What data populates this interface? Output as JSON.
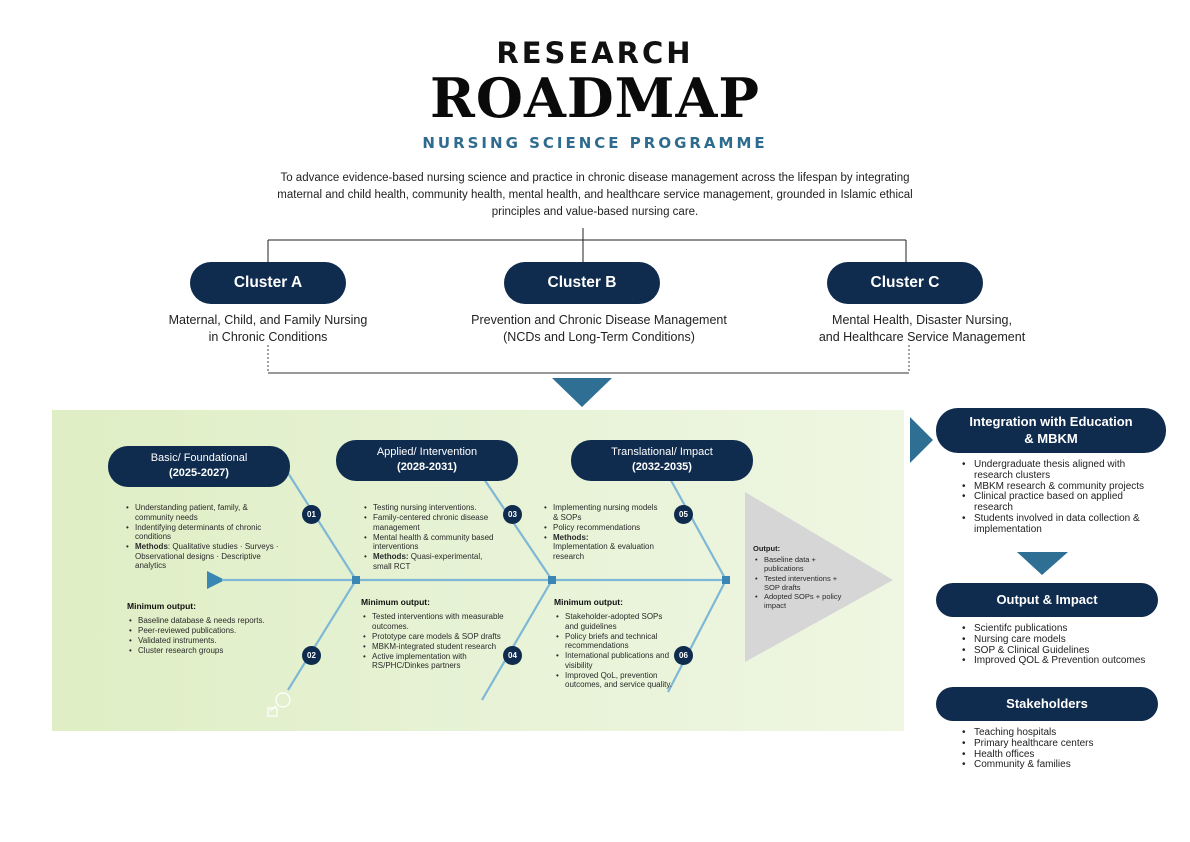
{
  "header": {
    "research": "RESEARCH",
    "roadmap": "ROADMAP",
    "programme": "NURSING SCIENCE PROGRAMME",
    "intro": "To advance evidence-based nursing science and practice in chronic disease management across the lifespan by integrating maternal and child health, community health, mental health, and healthcare service management, grounded in Islamic ethical principles and value-based nursing care."
  },
  "clusters": [
    {
      "label": "Cluster A",
      "desc_line1": "Maternal, Child, and Family Nursing",
      "desc_line2": "in Chronic Conditions"
    },
    {
      "label": "Cluster B",
      "desc_line1": "Prevention and Chronic Disease Management",
      "desc_line2": "(NCDs and Long-Term Conditions)"
    },
    {
      "label": "Cluster C",
      "desc_line1": "Mental Health, Disaster Nursing,",
      "desc_line2": "and Healthcare Service Management"
    }
  ],
  "phases": [
    {
      "name": "Basic/ Foundational",
      "years": "(2025-2027)",
      "top_items": [
        "Understanding patient, family, & community needs",
        "Indentifying determinants of chronic conditions"
      ],
      "methods_label": "Methods",
      "methods_text": ": Qualitative studies · Surveys · Observational designs · Descriptive analytics",
      "min_output_title": "Minimum output:",
      "min_output": [
        "Baseline database & needs reports.",
        "Peer-reviewed publications.",
        "Validated instruments.",
        "Cluster research groups"
      ],
      "num_top": "01",
      "num_bottom": "02"
    },
    {
      "name": "Applied/ Intervention",
      "years": "(2028-2031)",
      "top_items": [
        "Testing nursing interventions.",
        "Family-centered chronic disease management",
        "Mental health & community based interventions"
      ],
      "methods_label": "Methods:",
      "methods_text": " Quasi-experimental, small RCT",
      "min_output_title": "Minimum output:",
      "min_output": [
        "Tested interventions with measurable outcomes.",
        "Prototype care models & SOP drafts",
        "MBKM-integrated student research",
        "Active implementation with RS/PHC/Dinkes partners"
      ],
      "num_top": "03",
      "num_bottom": "04"
    },
    {
      "name": "Translational/ Impact",
      "years": "(2032-2035)",
      "top_items": [
        "Implementing nursing models & SOPs",
        "Policy recommendations"
      ],
      "methods_label": "Methods:",
      "methods_text": "Implementation & evaluation research",
      "min_output_title": "Minimum output:",
      "min_output": [
        "Stakeholder-adopted SOPs and guidelines",
        "Policy briefs and technical recommendations",
        "International publications and visibility",
        "Improved QoL, prevention outcomes, and service quality."
      ],
      "num_top": "05",
      "num_bottom": "06"
    }
  ],
  "head_output": {
    "title": "Output:",
    "items": [
      "Baseline data + publications",
      "Tested interventions + SOP drafts",
      "Adopted SOPs + policy impact"
    ]
  },
  "right_panel": {
    "integration": {
      "title_line1": "Integration with Education",
      "title_line2": "& MBKM",
      "items": [
        "Undergraduate thesis aligned with research clusters",
        "MBKM research & community projects",
        "Clinical practice based on applied research",
        "Students involved in data collection & implementation"
      ]
    },
    "output_impact": {
      "title": "Output & Impact",
      "items": [
        "Scientifc publications",
        "Nursing care models",
        "SOP & Clinical Guidelines",
        "Improved QOL & Prevention outcomes"
      ]
    },
    "stakeholders": {
      "title": "Stakeholders",
      "items": [
        "Teaching hospitals",
        "Primary healthcare centers",
        "Health offices",
        "Community & families"
      ]
    }
  },
  "colors": {
    "navy": "#0f2b4d",
    "teal": "#2e6b8e",
    "arrow": "#2f6f94",
    "bone": "#7fb8d6",
    "band_left": "#dfeec4",
    "band_right": "#eff6e2",
    "head_gray": "#d6d6d6"
  }
}
